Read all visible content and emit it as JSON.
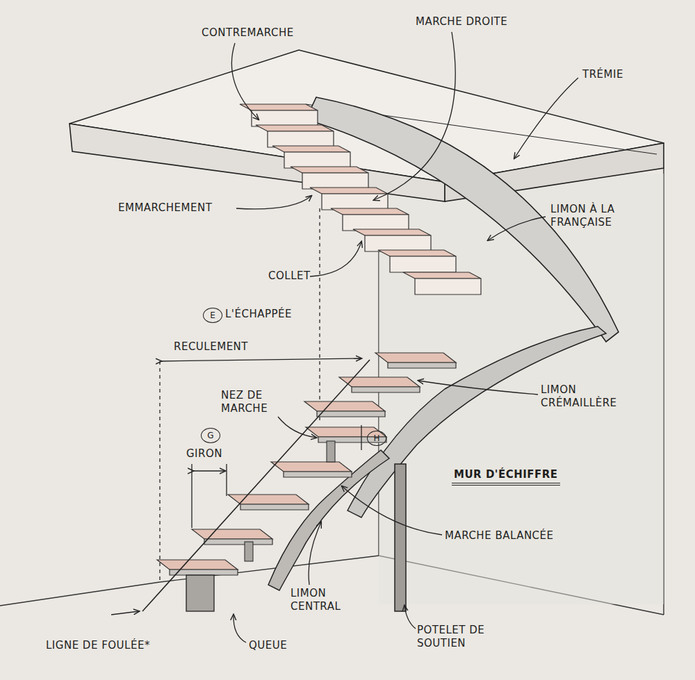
{
  "diagram": {
    "labels": [
      "CONTREMARCHE",
      "MARCHE DROITE",
      "TRÉMIE",
      "EMMARCHEMENT",
      "LIMON À LA FRANÇAISE",
      "COLLET",
      "E",
      "L'ÉCHAPPÉE",
      "RECULEMENT",
      "NEZ DE MARCHE",
      "H",
      "G",
      "GIRON",
      "LIMON CRÉMAILLÈRE",
      "MUR D'ÉCHIFFRE",
      "MARCHE BALANCÉE",
      "LIMON CENTRAL",
      "POTELET DE SOUTIEN",
      "QUEUE",
      "LIGNE DE FOULÉE*"
    ]
  }
}
